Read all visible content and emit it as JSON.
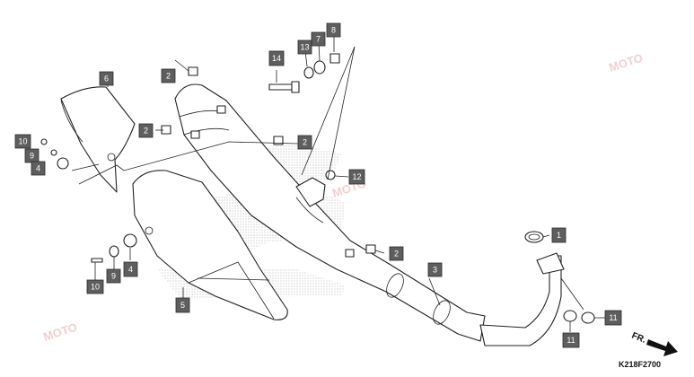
{
  "diagram_code": "K218F2700",
  "direction_label": "FR.",
  "watermark_text": "MOTO",
  "colors": {
    "callout_fill": "#5e5e5e",
    "line": "#222222",
    "watermark": "#e4a6a6",
    "dots": "#bdbdbd"
  },
  "callouts": {
    "c1": "1",
    "c2a": "2",
    "c2b": "2",
    "c2c": "2",
    "c2d": "2",
    "c3": "3",
    "c4a": "4",
    "c4b": "4",
    "c5": "5",
    "c6": "6",
    "c7": "7",
    "c8": "8",
    "c9a": "9",
    "c9b": "9",
    "c10a": "10",
    "c10b": "10",
    "c11a": "11",
    "c11b": "11",
    "c12": "12",
    "c13": "13",
    "c14": "14"
  },
  "icons": [
    "arrow-right-icon"
  ]
}
